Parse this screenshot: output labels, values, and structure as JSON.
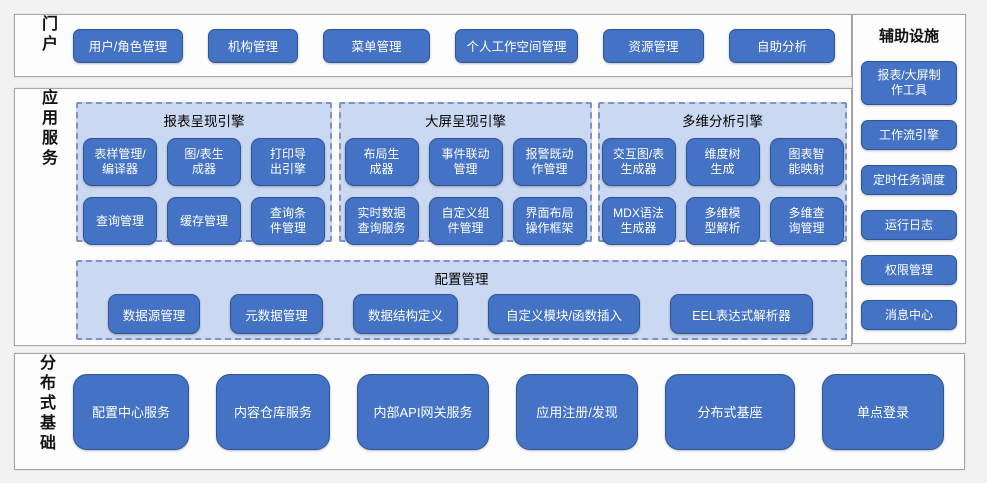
{
  "colors": {
    "page_bg": "#f2f2f2",
    "panel_bg": "#fdfdfd",
    "panel_border": "#a6a6a6",
    "button_bg": "#4472c4",
    "button_border": "#2f5597",
    "button_text": "#ffffff",
    "group_bg": "#cbd8f1",
    "group_border": "#8091c4",
    "label_text": "#111111"
  },
  "portal": {
    "label": "门户",
    "items": [
      "用户/角色管理",
      "机构管理",
      "菜单管理",
      "个人工作空间管理",
      "资源管理",
      "自助分析"
    ]
  },
  "app_services": {
    "label": "应用服务",
    "groups": [
      {
        "title": "报表呈现引擎",
        "items": [
          "表样管理/\n编译器",
          "图/表生\n成器",
          "打印导\n出引擎",
          "查询管理",
          "缓存管理",
          "查询条\n件管理"
        ]
      },
      {
        "title": "大屏呈现引擎",
        "items": [
          "布局生\n成器",
          "事件联动\n管理",
          "报警既动\n作管理",
          "实时数据\n查询服务",
          "自定义组\n件管理",
          "界面布局\n操作框架"
        ]
      },
      {
        "title": "多维分析引擎",
        "items": [
          "交互图/表\n生成器",
          "维度树\n生成",
          "图表智\n能映射",
          "MDX语法\n生成器",
          "多维模\n型解析",
          "多维查\n询管理"
        ]
      }
    ],
    "config_group": {
      "title": "配置管理",
      "items": [
        "数据源管理",
        "元数据管理",
        "数据结构定义",
        "自定义模块/函数插入",
        "EEL表达式解析器"
      ]
    }
  },
  "distributed": {
    "label": "分布式基础",
    "items": [
      "配置中心服务",
      "内容仓库服务",
      "内部API网关服务",
      "应用注册/发现",
      "分布式基座",
      "单点登录"
    ]
  },
  "auxiliary": {
    "title": "辅助设施",
    "items": [
      "报表/大屏制\n作工具",
      "工作流引擎",
      "定时任务调度",
      "运行日志",
      "权限管理",
      "消息中心"
    ]
  }
}
